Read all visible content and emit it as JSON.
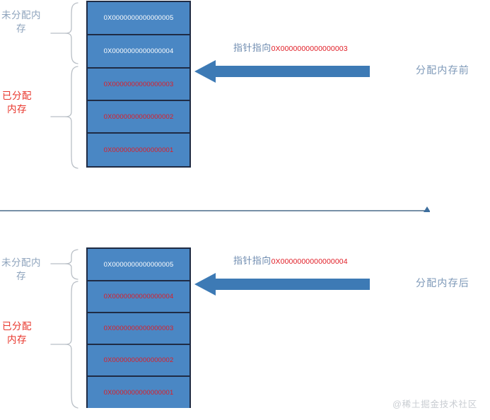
{
  "diagram": {
    "watermark": "@稀土掘金技术社区",
    "divider": {
      "name": "section-divider-line"
    }
  },
  "sections": [
    {
      "id": "before",
      "caption": "分配内存前",
      "pointer": {
        "prefix": "指针指向",
        "address": "0X0000000000000003"
      },
      "group_labels": {
        "free": "未分配内存",
        "used": "已分配内存"
      },
      "blocks": [
        {
          "address": "0X0000000000000005",
          "state": "free"
        },
        {
          "address": "0X0000000000000004",
          "state": "free"
        },
        {
          "address": "0X0000000000000003",
          "state": "used"
        },
        {
          "address": "0X0000000000000002",
          "state": "used"
        },
        {
          "address": "0X0000000000000001",
          "state": "used"
        }
      ]
    },
    {
      "id": "after",
      "caption": "分配内存后",
      "pointer": {
        "prefix": "指针指向",
        "address": "0X0000000000000004"
      },
      "group_labels": {
        "free": "未分配内存",
        "used": "已分配内存"
      },
      "blocks": [
        {
          "address": "0X0000000000000005",
          "state": "free"
        },
        {
          "address": "0X0000000000000004",
          "state": "used"
        },
        {
          "address": "0X0000000000000003",
          "state": "used"
        },
        {
          "address": "0X0000000000000002",
          "state": "used"
        },
        {
          "address": "0X0000000000000001",
          "state": "used"
        }
      ]
    }
  ],
  "colors": {
    "block_fill": "#4a87c4",
    "block_border": "#1f2b44",
    "free_text": "#ffffff",
    "used_text": "#e01b24",
    "arrow": "#3d7ab5",
    "caption": "#7e99b8",
    "brace": "#b9bfc6",
    "divider": "#4a6b8a",
    "watermark": "#c9cdd2"
  }
}
